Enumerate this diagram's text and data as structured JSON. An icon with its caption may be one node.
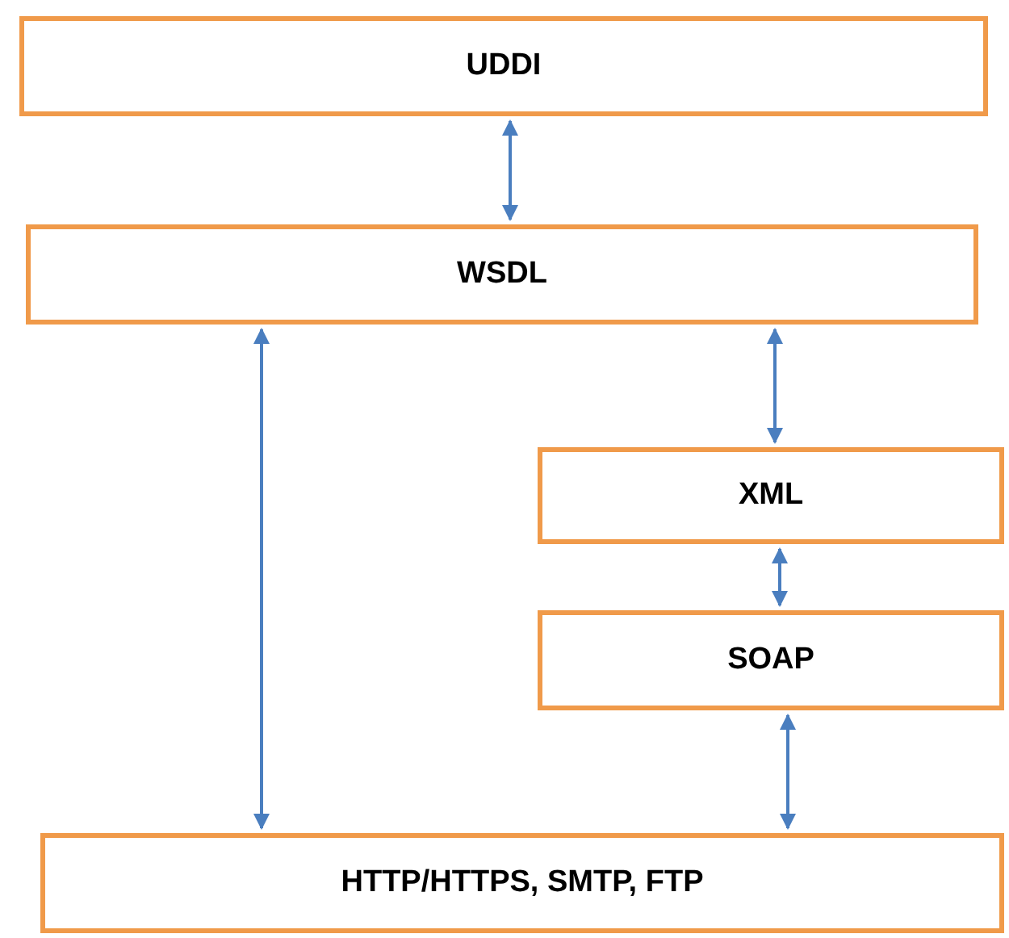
{
  "diagram": {
    "nodes": [
      {
        "text": [
          "UDDI"
        ]
      },
      {
        "text": [
          "WSDL"
        ]
      },
      {
        "text": [
          "XML"
        ]
      },
      {
        "text": [
          "SOAP"
        ]
      },
      {
        "text": [
          "HTTP/HTTPS, SMTP, FTP"
        ]
      }
    ],
    "edges": [
      {
        "from": 0,
        "to": 1,
        "arrow": "both"
      },
      {
        "from": 1,
        "to": 4,
        "arrow": "both"
      },
      {
        "from": 1,
        "to": 2,
        "arrow": "both"
      },
      {
        "from": 2,
        "to": 3,
        "arrow": "both"
      },
      {
        "from": 3,
        "to": 4,
        "arrow": "both"
      }
    ]
  }
}
